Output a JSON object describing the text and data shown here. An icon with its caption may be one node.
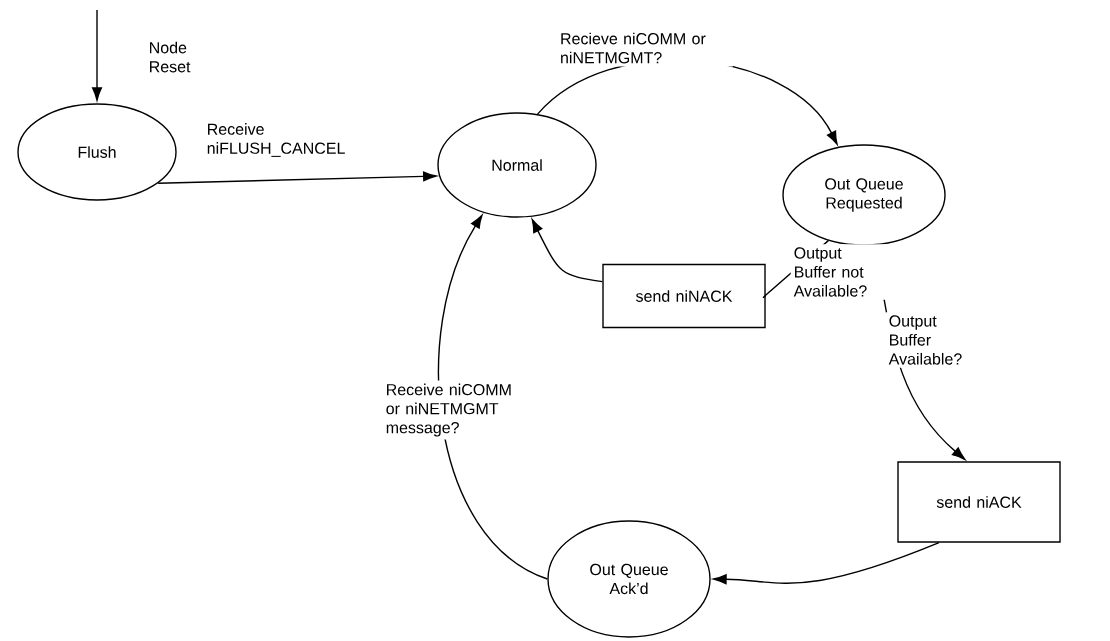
{
  "diagram": {
    "nodes": [
      {
        "text": [
          "Flush"
        ]
      },
      {
        "text": [
          "Normal"
        ]
      },
      {
        "text": [
          "Out Queue Requested"
        ]
      },
      {
        "text": [
          "send niNACK"
        ]
      },
      {
        "text": [
          "send niACK"
        ]
      },
      {
        "text": [
          "Out Queue Ack’d"
        ]
      }
    ],
    "edges": [
      {
        "from": null,
        "to": 0,
        "arrow": "to",
        "label": "Node Reset"
      },
      {
        "from": 0,
        "to": 1,
        "arrow": "to",
        "label": "Receive niFLUSH_CANCEL"
      },
      {
        "from": 1,
        "to": 2,
        "arrow": "to",
        "label": "Recieve niCOMM or niNETMGMT?"
      },
      {
        "from": 2,
        "to": 3,
        "arrow": "none",
        "label": "Output Buffer not Available?"
      },
      {
        "from": 3,
        "to": 1,
        "arrow": "to"
      },
      {
        "from": 2,
        "to": 4,
        "arrow": "to",
        "label": "Output Buffer Available?"
      },
      {
        "from": 4,
        "to": 5,
        "arrow": "to"
      },
      {
        "from": 5,
        "to": 1,
        "arrow": "to",
        "label": "Receive niCOMM or niNETMGMT message?"
      }
    ]
  }
}
